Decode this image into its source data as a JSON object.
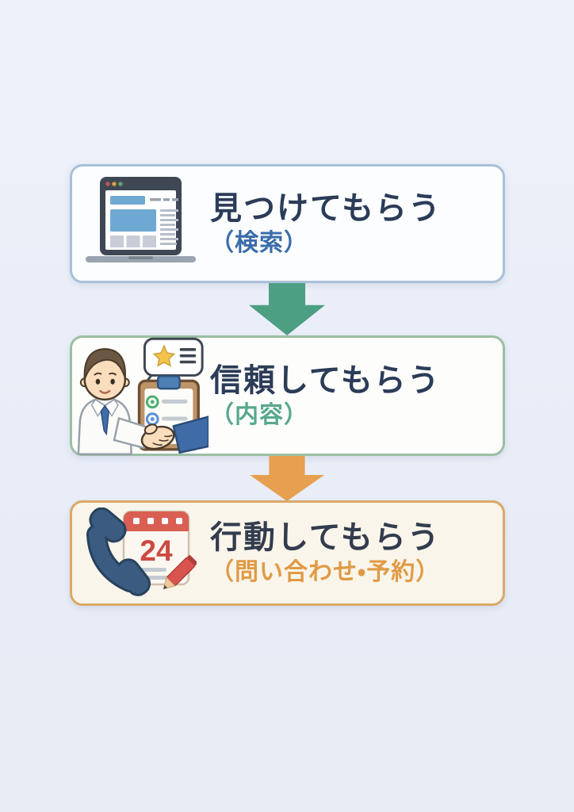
{
  "page": {
    "background_top": "#eef1f9",
    "background_bottom": "#e6ebf4"
  },
  "flow": {
    "steps": [
      {
        "title": "見つけてもらう",
        "subtitle": "（検索）",
        "icon": "laptop-browser-icon",
        "border_color": "#a9c0d8",
        "background": "#fbfdfe",
        "title_color": "#2b3c58",
        "subtitle_color": "#3b6cab"
      },
      {
        "title": "信頼してもらう",
        "subtitle": "（内容）",
        "icon": "doctor-handshake-icon",
        "border_color": "#9bbfa5",
        "background": "#fdfdfc",
        "title_color": "#2b3c58",
        "subtitle_color": "#57a88c"
      },
      {
        "title": "行動してもらう",
        "subtitle": "（問い合わせ・予約）",
        "icon": "phone-calendar-icon",
        "border_color": "#d9a967",
        "background": "#faf5ea",
        "title_color": "#333c4e",
        "subtitle_color": "#e09a45"
      }
    ],
    "arrows": [
      {
        "direction": "down",
        "color": "#4d9f83"
      },
      {
        "direction": "down",
        "color": "#e6a04f"
      }
    ]
  },
  "icons": {
    "calendar_day": "24"
  }
}
